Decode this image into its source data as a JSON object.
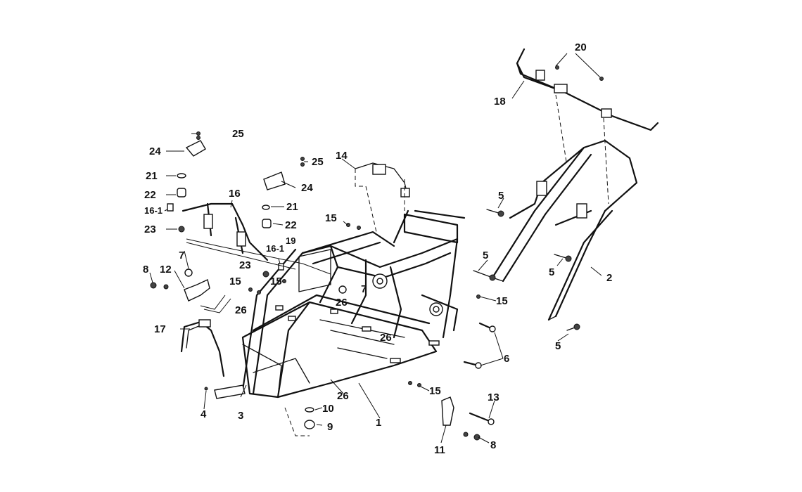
{
  "labels": {
    "l1": "1",
    "l2": "2",
    "l3": "3",
    "l4": "4",
    "l5a": "5",
    "l5b": "5",
    "l5c": "5",
    "l5d": "5",
    "l6": "6",
    "l7a": "7",
    "l7b": "7",
    "l8a": "8",
    "l8b": "8",
    "l9": "9",
    "l10": "10",
    "l11": "11",
    "l12": "12",
    "l13": "13",
    "l14": "14",
    "l15a": "15",
    "l15b": "15",
    "l15c": "15",
    "l15d": "15",
    "l15e": "15",
    "l16": "16",
    "l16_1a": "16-1",
    "l16_1b": "16-1",
    "l17": "17",
    "l18": "18",
    "l19": "19",
    "l20": "20",
    "l21a": "21",
    "l21b": "21",
    "l22a": "22",
    "l22b": "22",
    "l23a": "23",
    "l23b": "23",
    "l24a": "24",
    "l24b": "24",
    "l25a": "25",
    "l25b": "25",
    "l26a": "26",
    "l26b": "26",
    "l26c": "26",
    "l26d": "26"
  }
}
